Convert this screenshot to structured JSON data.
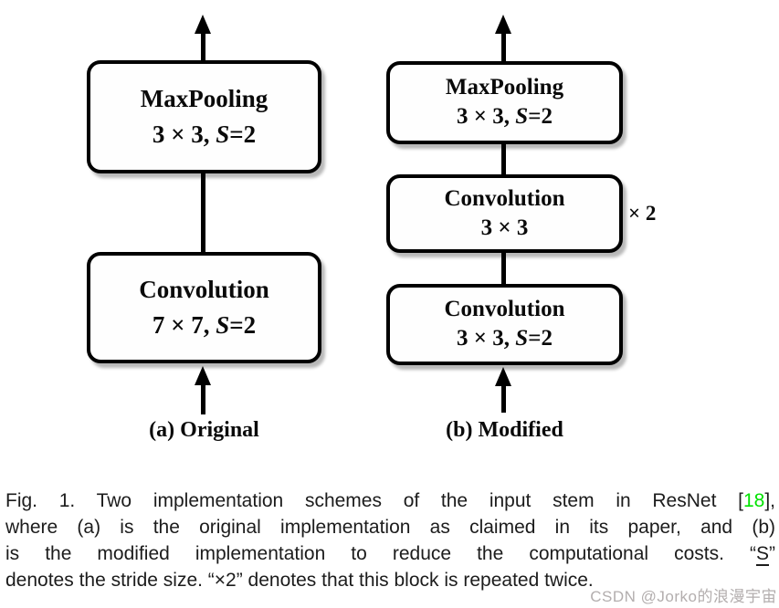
{
  "figure": {
    "diagram_a": {
      "label": "(a) Original",
      "blocks": [
        {
          "title": "MaxPooling",
          "params_prefix": "3 × 3, ",
          "s_italic": "S",
          "params_suffix": "=2"
        },
        {
          "title": "Convolution",
          "params_prefix": "7 × 7, ",
          "s_italic": "S",
          "params_suffix": "=2"
        }
      ]
    },
    "diagram_b": {
      "label": "(b) Modified",
      "repeat_label": "× 2",
      "blocks": [
        {
          "title": "MaxPooling",
          "params_prefix": "3 × 3, ",
          "s_italic": "S",
          "params_suffix": "=2"
        },
        {
          "title": "Convolution",
          "params_prefix": "3 × 3",
          "s_italic": "",
          "params_suffix": ""
        },
        {
          "title": "Convolution",
          "params_prefix": "3 × 3, ",
          "s_italic": "S",
          "params_suffix": "=2"
        }
      ]
    }
  },
  "caption": {
    "line1_pre": "Fig. 1. Two implementation schemes of the input stem in ResNet [",
    "citation_ref": "18",
    "line1_post": "],",
    "line2": "where (a) is the original implementation as claimed in its paper, and (b)",
    "line3_pre": "is the modified implementation to reduce the computational costs. “",
    "line3_s": "S",
    "line3_post": "”",
    "line4": "denotes the stride size. “×2” denotes that this block is repeated twice."
  },
  "watermark": "CSDN @Jorko的浪漫宇宙",
  "colors": {
    "citation_green": "#00e300",
    "watermark_gray": "#b3aeae",
    "line_black": "#000000"
  }
}
